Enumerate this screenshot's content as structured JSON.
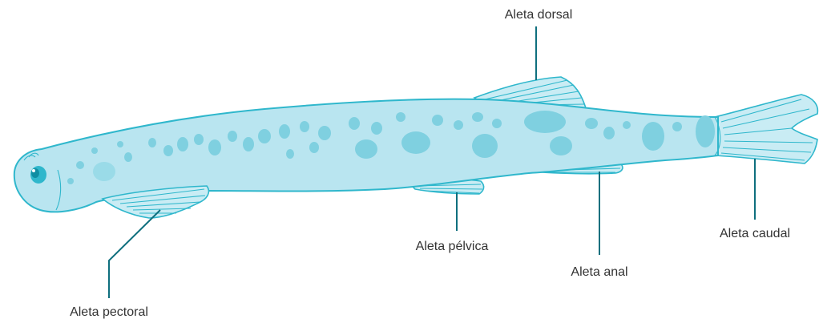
{
  "diagram": {
    "subject": "fish-with-fin-labels",
    "labels": {
      "dorsal": "Aleta dorsal",
      "pectoral": "Aleta pectoral",
      "pelvic": "Aleta pélvica",
      "anal": "Aleta anal",
      "caudal": "Aleta caudal"
    },
    "colors": {
      "body_fill": "#b9e5f0",
      "outline": "#2fb7cc",
      "spots": "#7fd0e0",
      "leader_lines": "#0f6f7e",
      "label_text": "#333333"
    }
  }
}
